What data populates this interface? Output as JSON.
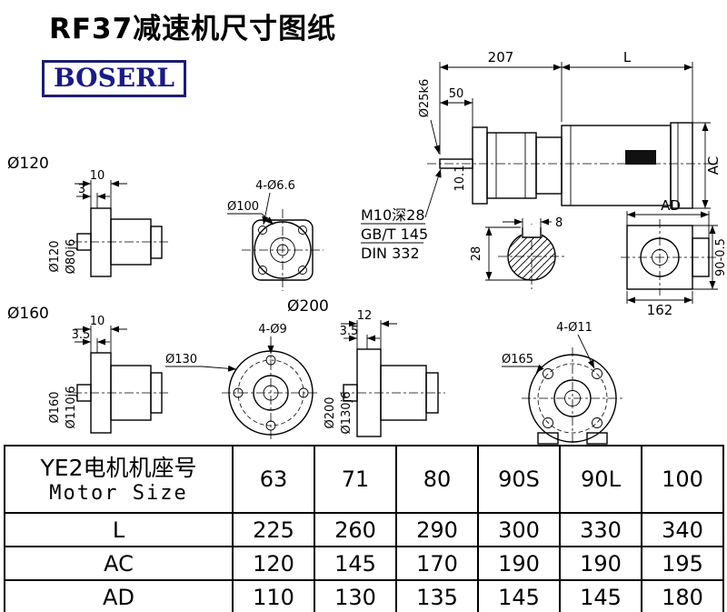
{
  "page": {
    "title": "RF37减速机尺寸图纸",
    "brand": "BOSERL"
  },
  "main_view": {
    "dim_207": "207",
    "dim_L": "L",
    "dim_50": "50",
    "shaft_dia": "Ø25k6",
    "dim_AC": "AC",
    "dim_10_1": "10.1",
    "note_thread": "M10深28",
    "note_gb": "GB/T 145",
    "note_din": "DIN 332"
  },
  "key_section": {
    "dim_8": "8",
    "dim_28": "28"
  },
  "side_view": {
    "dim_AD": "AD",
    "dim_90": "90-0.5",
    "dim_162": "162"
  },
  "flange120": {
    "group": "Ø120",
    "dim_10": "10",
    "dim_3": "3",
    "od": "Ø120",
    "spigot": "Ø80j6"
  },
  "flange100": {
    "holes": "4-Ø6.6",
    "od": "Ø100"
  },
  "flange160": {
    "group": "Ø160",
    "dim_10": "10",
    "dim_35": "3.5",
    "od": "Ø160",
    "spigot": "Ø110j6"
  },
  "flange130": {
    "holes": "4-Ø9",
    "od": "Ø130"
  },
  "flange200": {
    "group": "Ø200",
    "dim_12": "12",
    "dim_35": "3.5",
    "od": "Ø200",
    "spigot": "Ø130j6"
  },
  "flange165": {
    "holes": "4-Ø11",
    "od": "Ø165"
  },
  "table": {
    "header_cn": "YE2电机机座号",
    "header_en": "Motor Size",
    "sizes": [
      "63",
      "71",
      "80",
      "90S",
      "90L",
      "100"
    ],
    "rows": [
      {
        "label": "L",
        "values": [
          "225",
          "260",
          "290",
          "300",
          "330",
          "340"
        ]
      },
      {
        "label": "AC",
        "values": [
          "120",
          "145",
          "170",
          "190",
          "190",
          "195"
        ]
      },
      {
        "label": "AD",
        "values": [
          "110",
          "130",
          "135",
          "145",
          "145",
          "180"
        ]
      }
    ]
  }
}
